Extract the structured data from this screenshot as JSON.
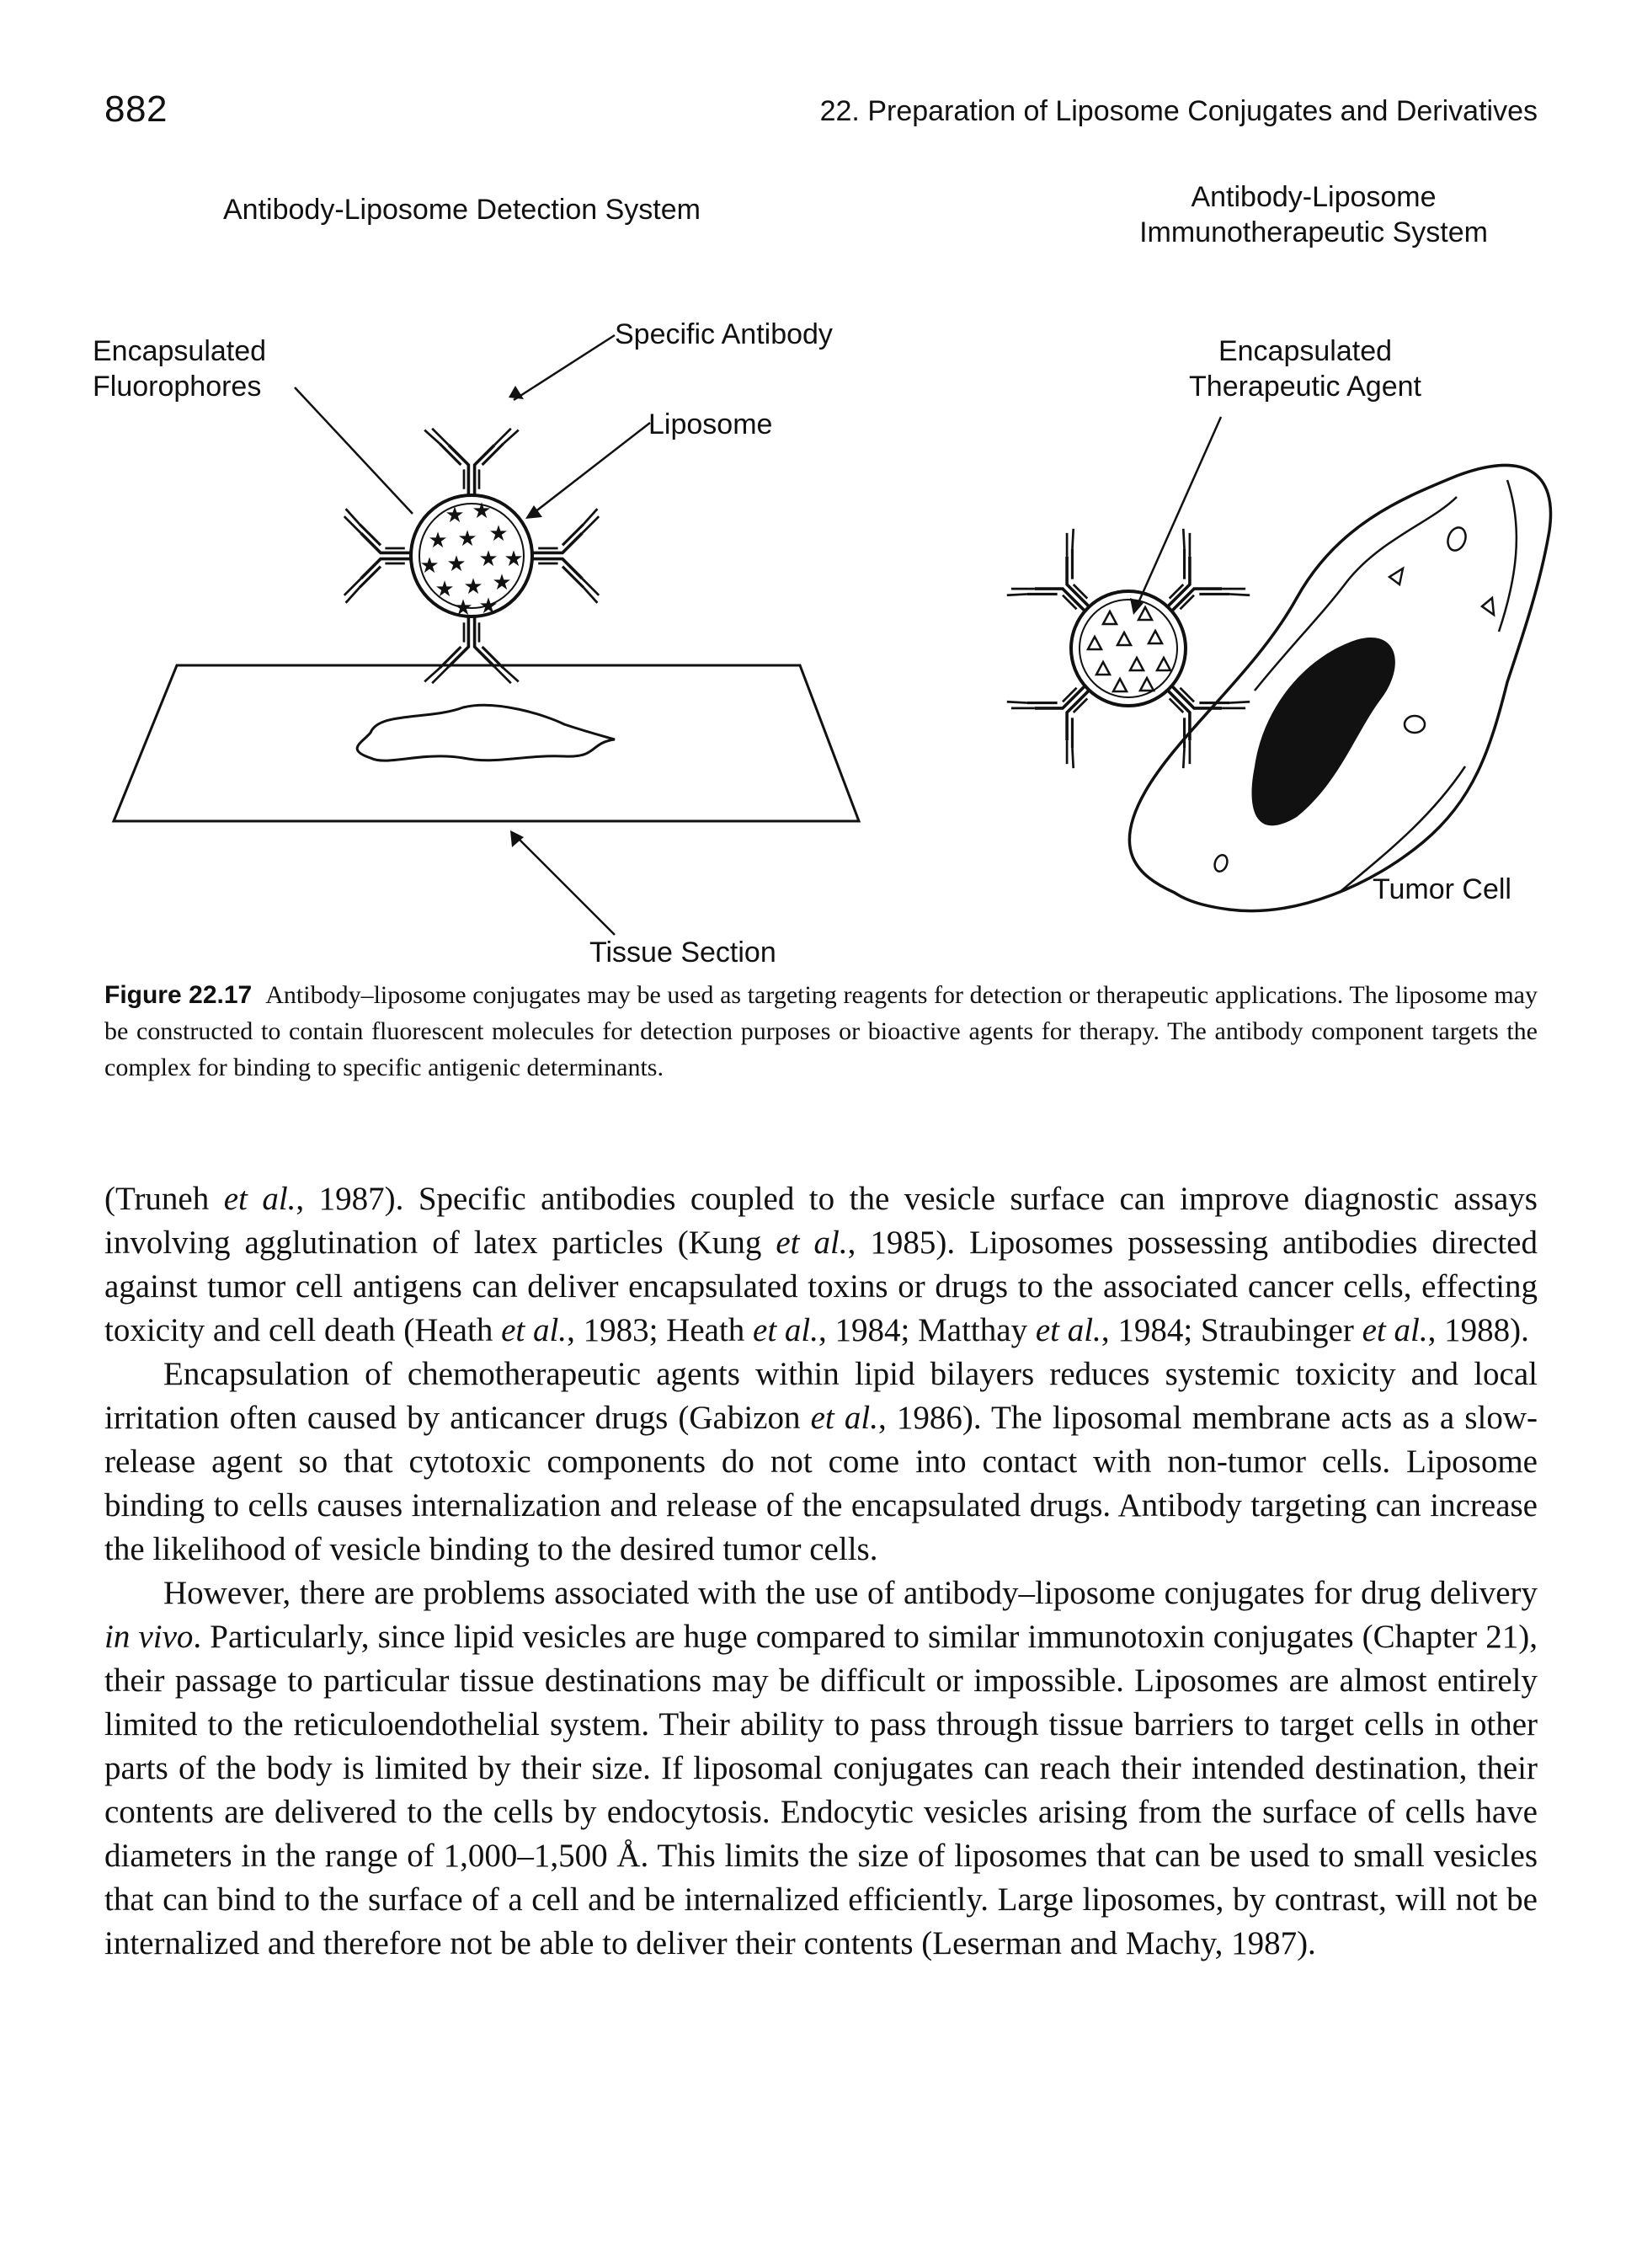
{
  "header": {
    "page_number": "882",
    "chapter_title": "22. Preparation of Liposome Conjugates and Derivatives"
  },
  "figure": {
    "left_panel": {
      "title": "Antibody-Liposome Detection System",
      "label_fluorophores_line1": "Encapsulated",
      "label_fluorophores_line2": "Fluorophores",
      "label_antibody": "Specific Antibody",
      "label_liposome": "Liposome",
      "label_tissue": "Tissue Section"
    },
    "right_panel": {
      "title_line1": "Antibody-Liposome",
      "title_line2": "Immunotherapeutic System",
      "label_agent_line1": "Encapsulated",
      "label_agent_line2": "Therapeutic Agent",
      "label_tumor": "Tumor Cell"
    }
  },
  "caption": {
    "label": "Figure 22.17",
    "text": "Antibody–liposome conjugates may be used as targeting reagents for detection or therapeutic applications. The liposome may be constructed to contain fluorescent molecules for detection purposes or bioactive agents for therapy. The antibody component targets the complex for binding to specific antigenic determinants."
  },
  "body": {
    "p1": [
      "(Truneh ",
      "et al.",
      ", 1987). Specific antibodies coupled to the vesicle surface can improve diagnostic assays involving agglutination of latex particles (Kung ",
      "et al.",
      ", 1985). Liposomes possessing antibodies directed against tumor cell antigens can deliver encapsulated toxins or drugs to the associated cancer cells, effecting toxicity and cell death (Heath ",
      "et al.",
      ", 1983; Heath ",
      "et al.",
      ", 1984; Matthay ",
      "et al.",
      ", 1984; Straubinger ",
      "et al.",
      ", 1988)."
    ],
    "p2": [
      "Encapsulation of chemotherapeutic agents within lipid bilayers reduces systemic toxicity and local irritation often caused by anticancer drugs (Gabizon ",
      "et al.",
      ", 1986). The liposomal membrane acts as a slow-release agent so that cytotoxic components do not come into contact with non-tumor cells. Liposome binding to cells causes internalization and release of the encapsulated drugs. Antibody targeting can increase the likelihood of vesicle binding to the desired tumor cells."
    ],
    "p3": [
      "However, there are problems associated with the use of antibody–liposome conjugates for drug delivery ",
      "in vivo",
      ". Particularly, since lipid vesicles are huge compared to similar immunotoxin conjugates (Chapter 21), their passage to particular tissue destinations may be difficult or impossible. Liposomes are almost entirely limited to the reticuloendothelial system. Their ability to pass through tissue barriers to target cells in other parts of the body is limited by their size. If liposomal conjugates can reach their intended destination, their contents are delivered to the cells by endocytosis. Endocytic vesicles arising from the surface of cells have diameters in the range of 1,000–1,500 Å. This limits the size of liposomes that can be used to small vesicles that can bind to the surface of a cell and be internalized efficiently. Large liposomes, by contrast, will not be internalized and therefore not be able to deliver their contents (Leserman and Machy, 1987)."
    ]
  }
}
